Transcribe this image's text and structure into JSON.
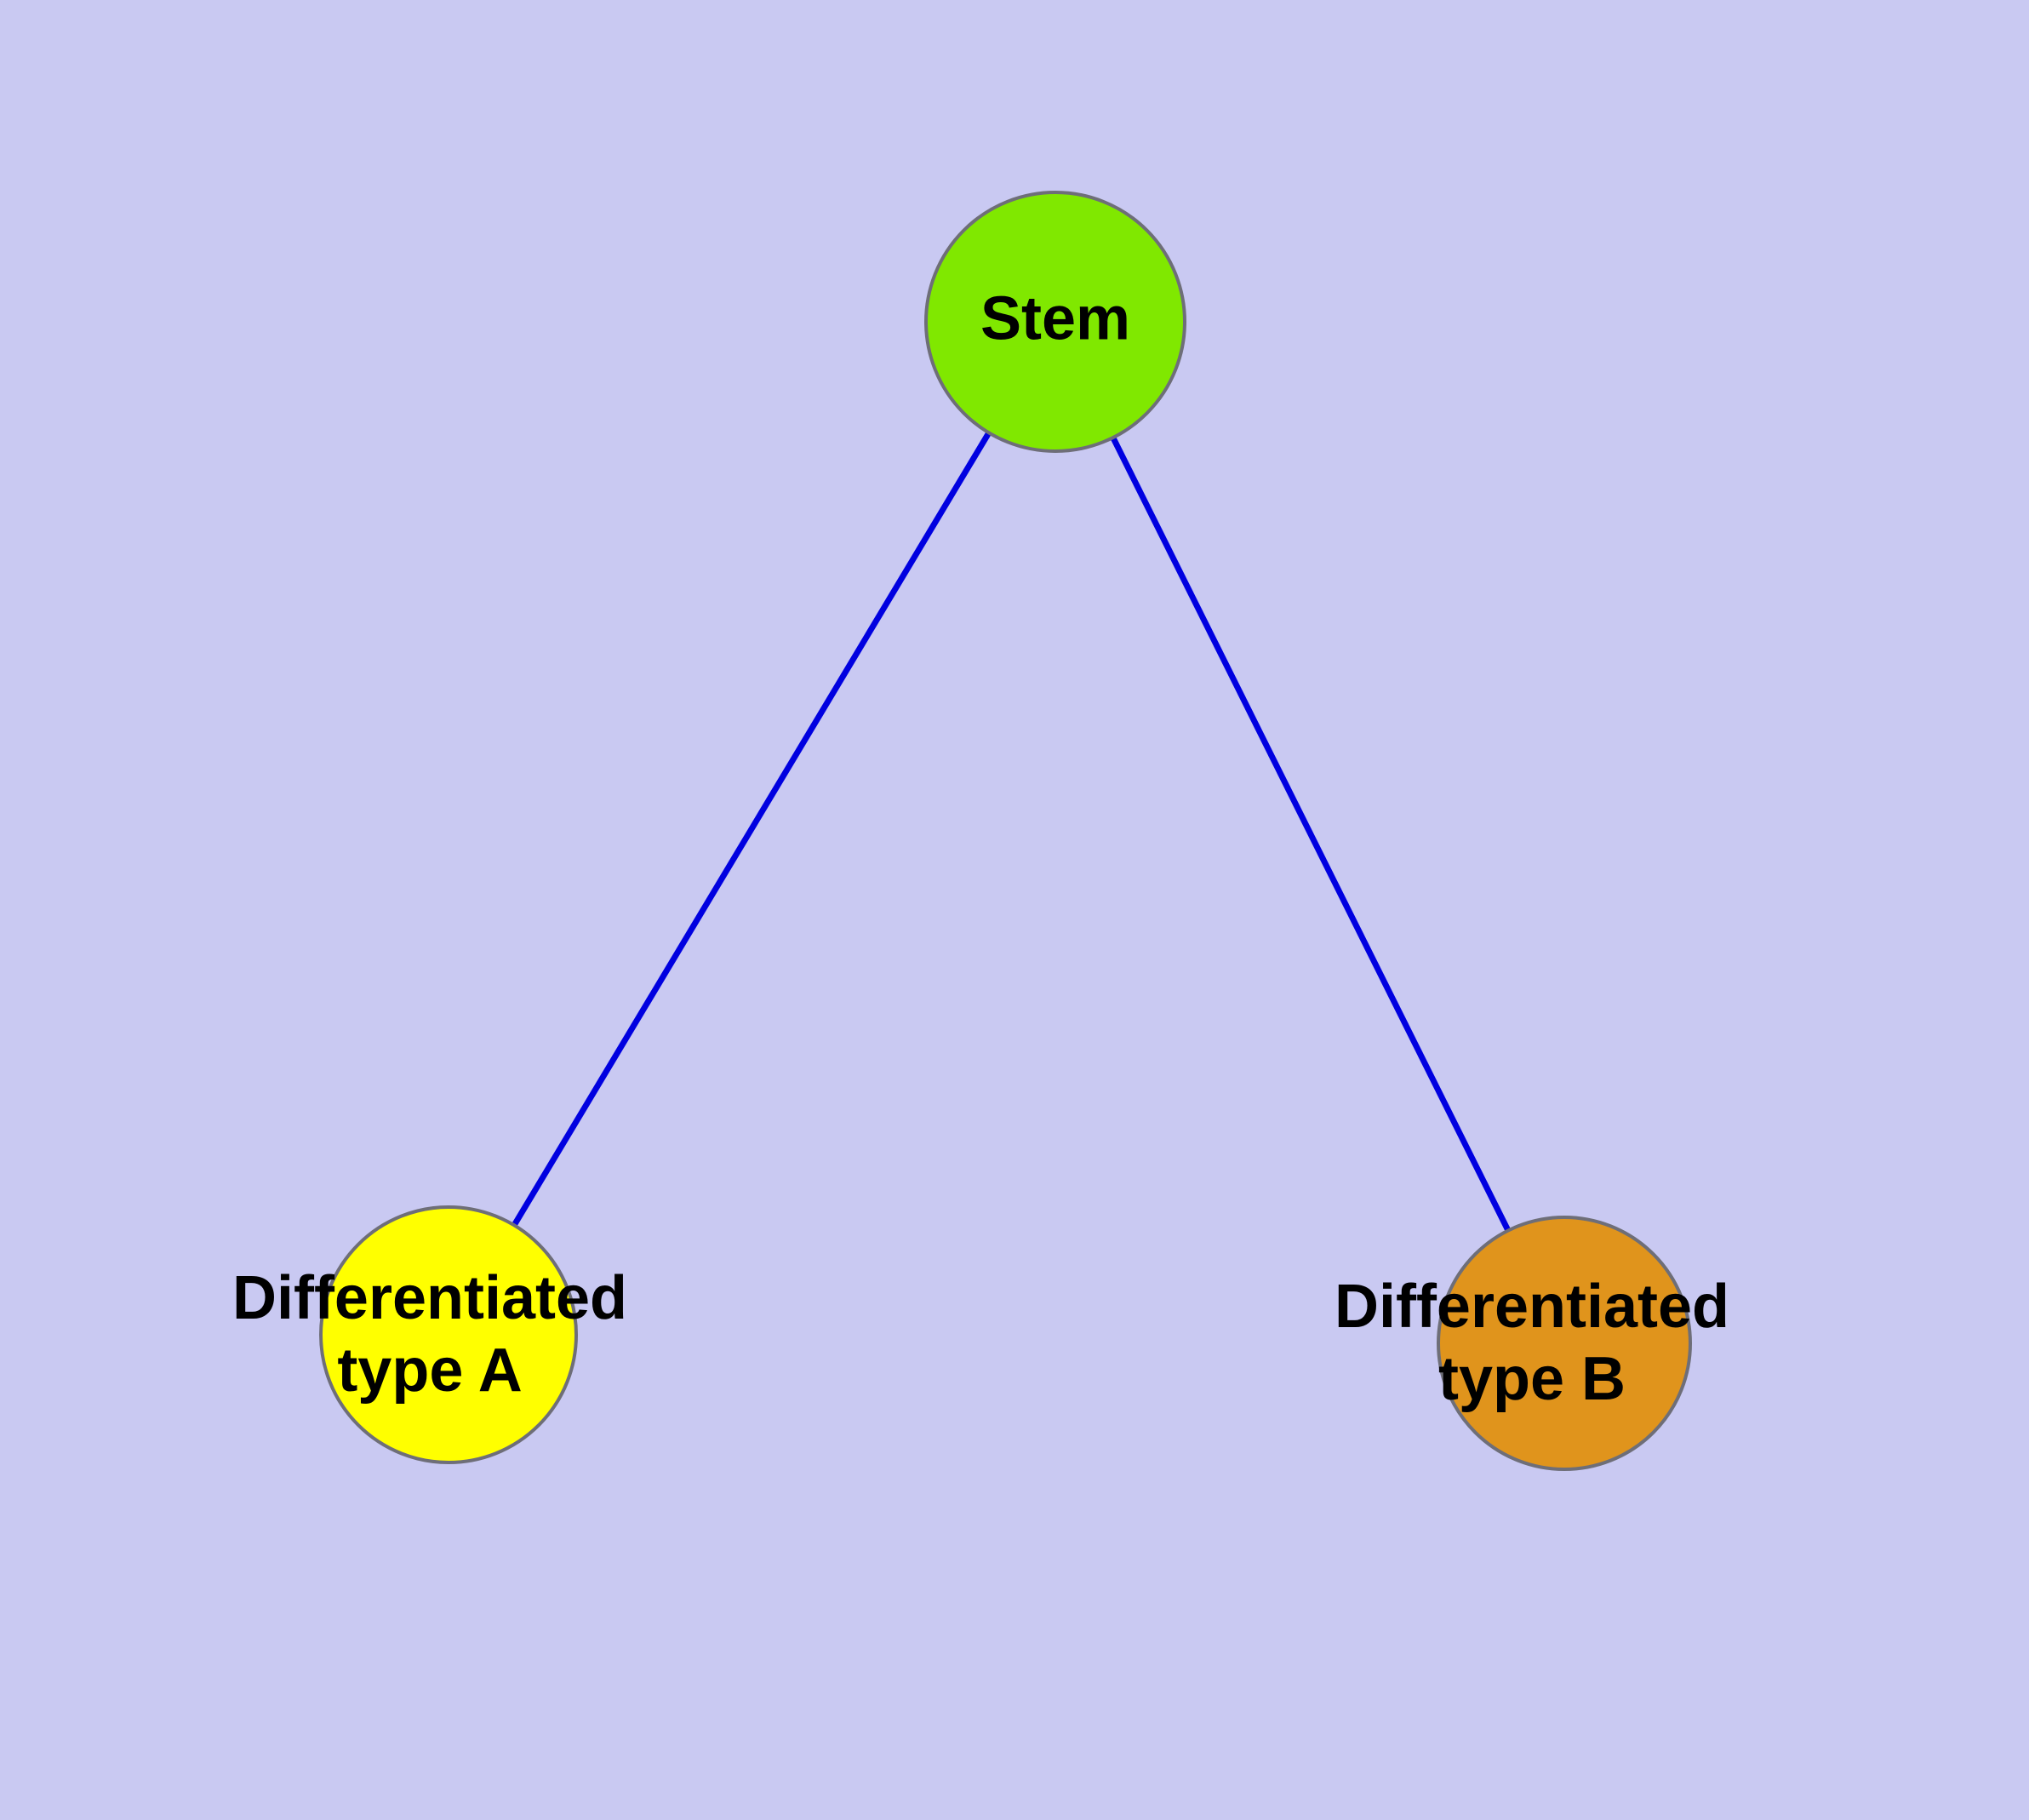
{
  "diagram": {
    "background_color": "#c9c9f2",
    "edge_color": "#0000e0",
    "node_stroke_color": "#6e6e78",
    "nodes": {
      "stem": {
        "label": "Stem",
        "color": "#80e800"
      },
      "type_a": {
        "label_line1": "Differentiated",
        "label_line2": "type A",
        "color": "#ffff00"
      },
      "type_b": {
        "label_line1": "Differentiated",
        "label_line2": "type B",
        "color": "#e0941c"
      }
    },
    "edges": [
      {
        "from": "stem",
        "to": "type_a"
      },
      {
        "from": "stem",
        "to": "type_b"
      }
    ]
  }
}
